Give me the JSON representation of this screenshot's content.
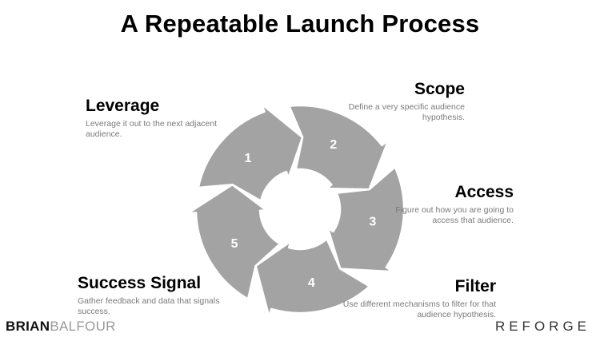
{
  "title": "A Repeatable Launch Process",
  "steps": [
    {
      "number": "1",
      "title": "Scope",
      "description": "Define a very specific audience hypothesis."
    },
    {
      "number": "2",
      "title": "Access",
      "description": "Figure out how you are going to access that audience."
    },
    {
      "number": "3",
      "title": "Filter",
      "description": "Use different mechanisms to filter for that audience hypothesis."
    },
    {
      "number": "4",
      "title": "Success Signal",
      "description": "Gather feedback and data that signals success."
    },
    {
      "number": "5",
      "title": "Leverage",
      "description": "Leverage it out to the next adjacent audience."
    }
  ],
  "colors": {
    "arrow_fill": "#a3a3a3",
    "arrow_stroke": "#ffffff",
    "description_text": "#7a7a7a"
  },
  "branding": {
    "left_first": "BRIAN",
    "left_last": "BALFOUR",
    "right": "REFORGE"
  }
}
